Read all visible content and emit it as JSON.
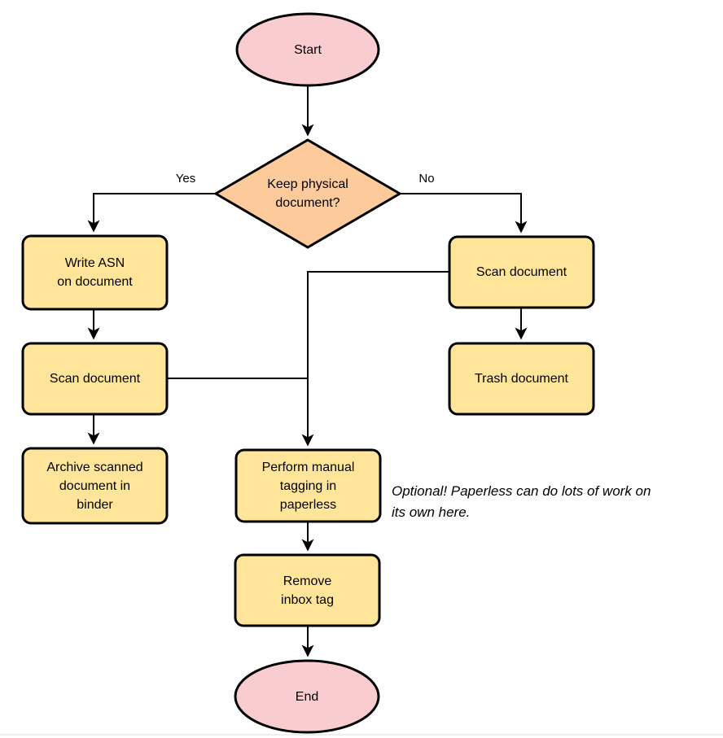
{
  "colors": {
    "background": "#ffffff",
    "terminal_fill": "#F9CDD0",
    "decision_fill": "#FCCA9B",
    "process_fill": "#FFE599",
    "stroke": "#000000"
  },
  "nodes": {
    "start": {
      "label": "Start"
    },
    "decision": {
      "label": "Keep physical\ndocument?"
    },
    "write_asn": {
      "label": "Write ASN\non document"
    },
    "scan_left": {
      "label": "Scan document"
    },
    "archive": {
      "label": "Archive scanned\ndocument in\nbinder"
    },
    "scan_right": {
      "label": "Scan document"
    },
    "trash": {
      "label": "Trash document"
    },
    "perform_tagging": {
      "label": "Perform manual\ntagging in\npaperless"
    },
    "remove_inbox": {
      "label": "Remove\ninbox tag"
    },
    "end": {
      "label": "End"
    }
  },
  "edges": {
    "yes_label": "Yes",
    "no_label": "No"
  },
  "note": {
    "text": "Optional! Paperless can do lots of work on\nits own here."
  }
}
